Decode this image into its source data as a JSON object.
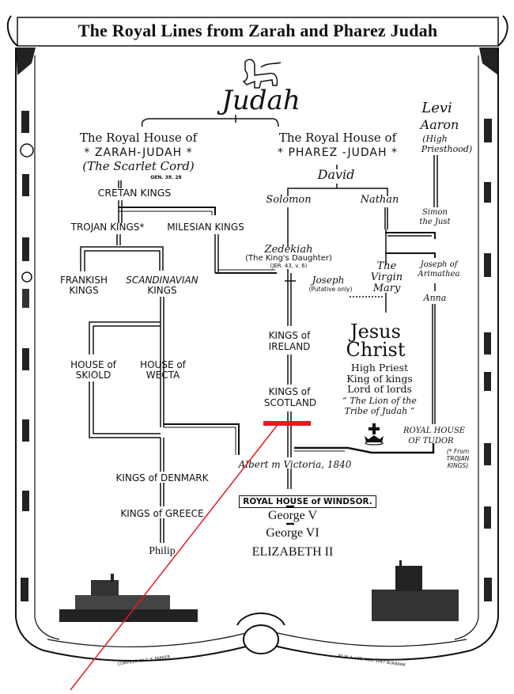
{
  "title": "The Royal Lines from Zarah and Pharez Judah",
  "root": "Judah",
  "emblems": {
    "top": "lion-of-judah",
    "crown": "crown-with-cross",
    "bottom_left": "battleship",
    "bottom_right": "windsor-castle"
  },
  "zarah_branch": {
    "house_line1": "The Royal House of",
    "house_line2": "* ZARAH-JUDAH *",
    "subtitle": "(The Scarlet Cord)",
    "reference": "GEN. 38. 28",
    "nodes": {
      "cretan": "CRETAN KINGS",
      "trojan": "TROJAN KINGS*",
      "milesian": "MILESIAN KINGS",
      "frankish_1": "FRANKISH",
      "frankish_2": "KINGS",
      "scandinavian_1": "SCANDINAVIAN",
      "scandinavian_2": "KINGS",
      "skiold_1": "HOUSE of",
      "skiold_2": "SKIOLD",
      "wecta_1": "HOUSE of",
      "wecta_2": "WECTA",
      "denmark": "KINGS of DENMARK",
      "greece": "KINGS of GREECE",
      "philip": "Philip"
    }
  },
  "pharez_branch": {
    "house_line1": "The Royal House of",
    "house_line2": "* PHAREZ -JUDAH *",
    "david": "David",
    "solomon": "Solomon",
    "nathan": "Nathan",
    "zedekiah": "Zedekiah",
    "kings_daughter": "(The King's Daughter)",
    "jer_ref": "(JER. 43, v. 6)",
    "joseph": "Joseph",
    "putative": "(Putative only)",
    "virgin_mary_1": "The",
    "virgin_mary_2": "Virgin",
    "virgin_mary_3": "Mary",
    "jesus_1": "Jesus",
    "jesus_2": "Christ",
    "epithets": [
      "High Priest",
      "King of kings",
      "Lord of lords"
    ],
    "lion_quote_1": "“ The Lion of the",
    "lion_quote_2": "Tribe of Judah ”",
    "ireland_1": "KINGS of",
    "ireland_2": "IRELAND",
    "scotland_1": "KINGS of",
    "scotland_2": "SCOTLAND",
    "albert_victoria": "Albert m Victoria, 1840",
    "windsor": "ROYAL HOUSE of WINDSOR.",
    "george_v": "George V",
    "george_vi": "George VI",
    "elizabeth": "ELIZABETH II"
  },
  "levi_branch": {
    "levi": "Levi",
    "aaron": "Aaron",
    "priesthood_1": "(High",
    "priesthood_2": "Priesthood)",
    "simon_1": "Simon",
    "simon_2": "the Just",
    "joseph_arimathea_1": "Joseph of",
    "joseph_arimathea_2": "Arimathea",
    "anna": "Anna",
    "tudor_1": "ROYAL HOUSE",
    "tudor_2": "OF TUDOR",
    "tudor_note_1": "(* From",
    "tudor_note_2": "TROJAN",
    "tudor_note_3": "KINGS)"
  },
  "credits": {
    "left": "COMPILED BY C. F. PARKER",
    "right": "BY W. A. LEE, NOV. 1947  BURBANK"
  },
  "annotation": {
    "color": "#e8191c",
    "type": "red-marker-with-pointer-line",
    "target": "line below KINGS of SCOTLAND"
  }
}
